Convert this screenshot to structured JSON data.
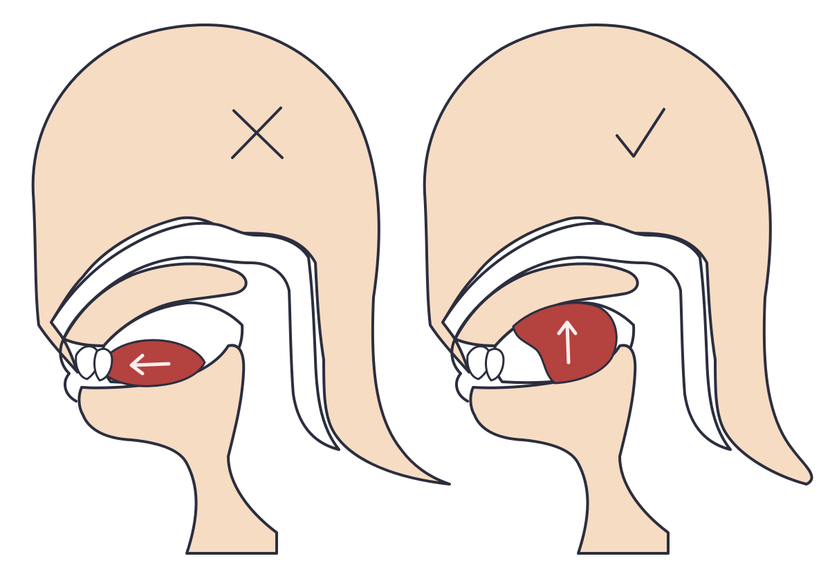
{
  "colors": {
    "skin": "#f6dcc3",
    "outline": "#2b2e3e",
    "tongue": "#b4423f",
    "arrow": "#fbeeee",
    "cavity": "#ffffff",
    "background": "#ffffff"
  },
  "panels": [
    {
      "id": "incorrect",
      "mark_icon": "cross-mark-icon",
      "tongue_motion": "retracted-backward",
      "arrow_icon": "arrow-left-icon"
    },
    {
      "id": "correct",
      "mark_icon": "check-mark-icon",
      "tongue_motion": "raised-upward",
      "arrow_icon": "arrow-up-icon"
    }
  ]
}
